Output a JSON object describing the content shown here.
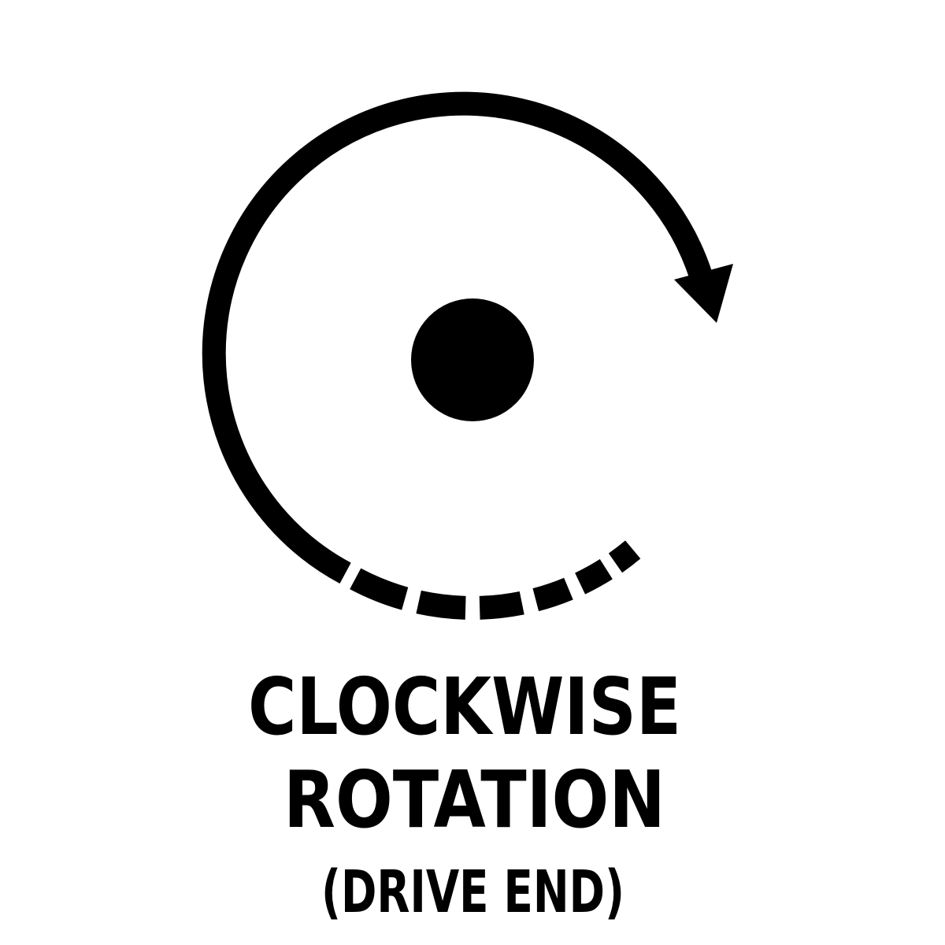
{
  "title_line1": "CLOCKWISE",
  "title_line2": "ROTATION",
  "subtitle": "(DRIVE END)",
  "icon": "clockwise-rotation-arrow-icon",
  "colors": {
    "foreground": "#000000",
    "background": "#ffffff"
  }
}
